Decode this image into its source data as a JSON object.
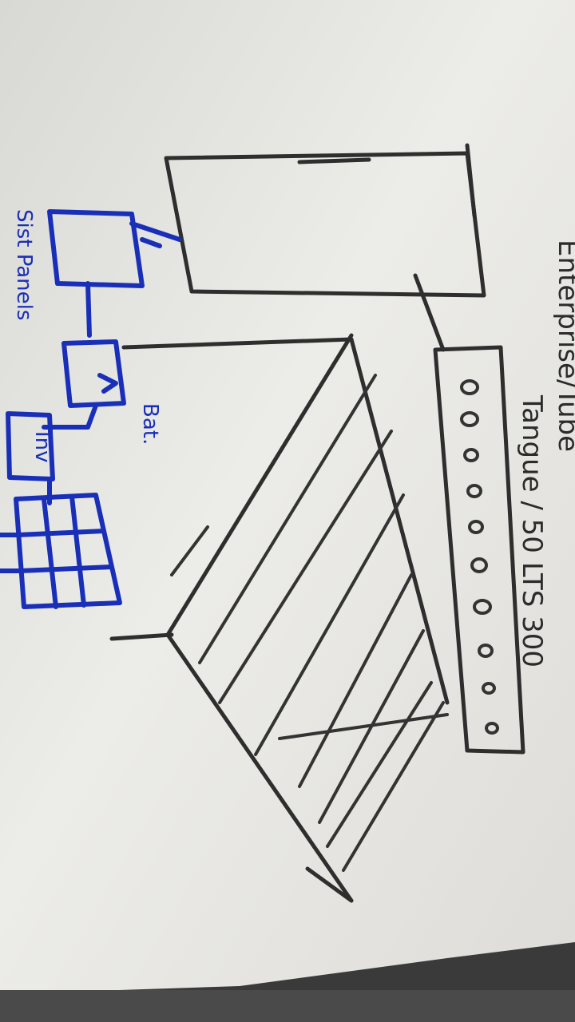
{
  "notes": {
    "top_label": "Enterprise/Tube",
    "tank_label": "Tangue / 50 LTS 300",
    "battery_label": "Bat.",
    "inverter_label": "Inv",
    "sidebar_label": "Sist Panels"
  },
  "colors": {
    "paper": "#e6e6e2",
    "pencil": "#2e2e2e",
    "blue_ink": "#1a2fb8",
    "background": "#3a3a3a"
  }
}
